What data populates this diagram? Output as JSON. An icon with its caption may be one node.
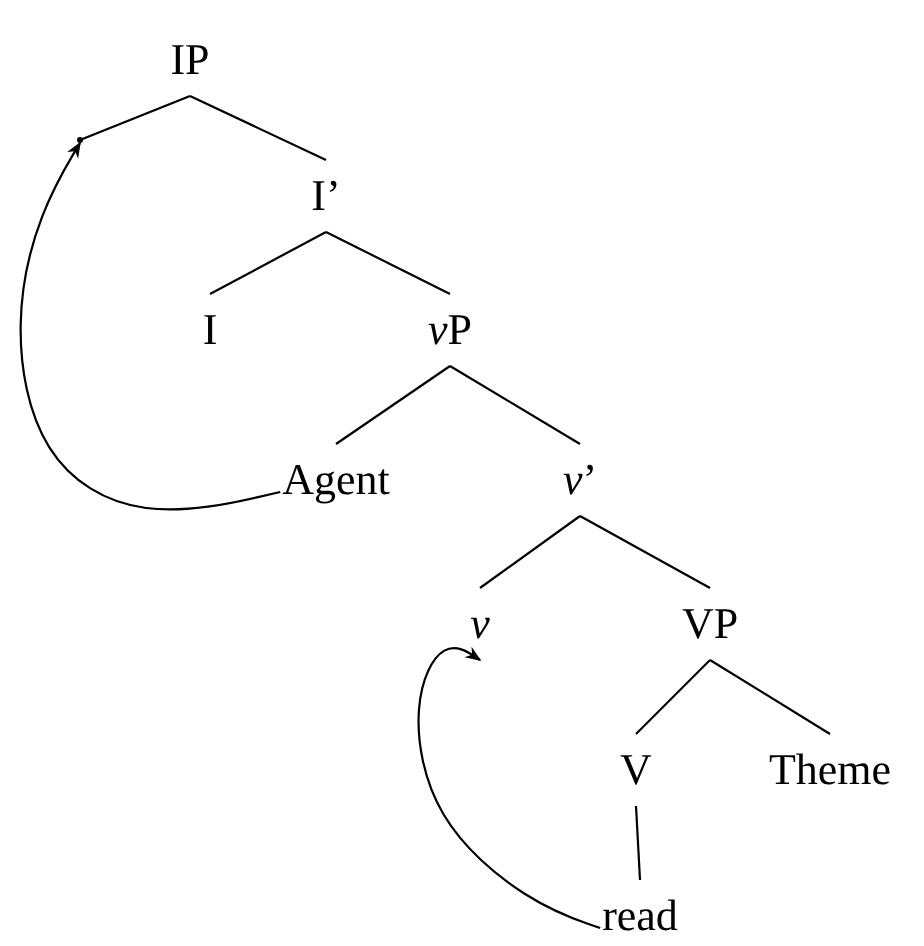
{
  "diagram": {
    "nodes": [
      {
        "text": [
          "IP"
        ]
      },
      {
        "text": [],
        "shape": "point"
      },
      {
        "text": [
          "I’"
        ]
      },
      {
        "text": [
          "I"
        ]
      },
      {
        "text": [
          "vP"
        ]
      },
      {
        "text": [
          "Agent"
        ]
      },
      {
        "text": [
          "*v*’"
        ]
      },
      {
        "text": [
          "v"
        ]
      },
      {
        "text": [
          "VP"
        ]
      },
      {
        "text": [
          "V"
        ]
      },
      {
        "text": [
          "Theme"
        ]
      },
      {
        "text": [
          "read"
        ]
      }
    ],
    "edges": [
      {
        "from": 0,
        "to": 1,
        "arrow": "none"
      },
      {
        "from": 0,
        "to": 2,
        "arrow": "none"
      },
      {
        "from": 2,
        "to": 3,
        "arrow": "none"
      },
      {
        "from": 2,
        "to": 4,
        "arrow": "none"
      },
      {
        "from": 4,
        "to": 5,
        "arrow": "none"
      },
      {
        "from": 4,
        "to": 6,
        "arrow": "none"
      },
      {
        "from": 6,
        "to": 7,
        "arrow": "none"
      },
      {
        "from": 6,
        "to": 8,
        "arrow": "none"
      },
      {
        "from": 8,
        "to": 9,
        "arrow": "none"
      },
      {
        "from": 8,
        "to": 10,
        "arrow": "none"
      },
      {
        "from": 9,
        "to": 11,
        "arrow": "none"
      },
      {
        "from": 5,
        "to": 1,
        "arrow": "to"
      },
      {
        "from": 11,
        "to": 7,
        "arrow": "to"
      }
    ]
  }
}
